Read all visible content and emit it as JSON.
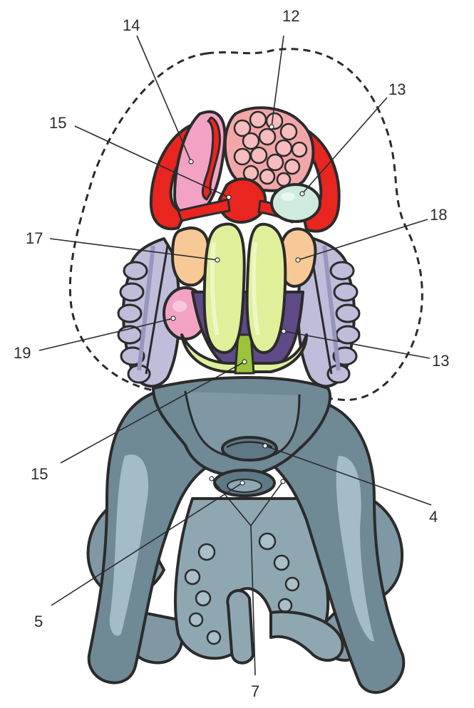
{
  "labels": {
    "l12": "12",
    "l14": "14",
    "l13a": "13",
    "l15a": "15",
    "l18": "18",
    "l17": "17",
    "l19": "19",
    "l13b": "13",
    "l15b": "15",
    "l4": "4",
    "l5": "5",
    "l7": "7"
  },
  "colors": {
    "mantle": "#6f8995",
    "mantle_light": "#a3bcc7",
    "arms": "#8fa7b1",
    "red_organ": "#e8251f",
    "pink_organ": "#f2a3c4",
    "gonad_pink": "#f3a6a8",
    "pale_green": "#cfeadf",
    "orange_organ": "#f6c996",
    "yellow_green": "#dfef9a",
    "lavender": "#bfbdda",
    "purple": "#5e4a86",
    "outline": "#2b2b2b"
  }
}
